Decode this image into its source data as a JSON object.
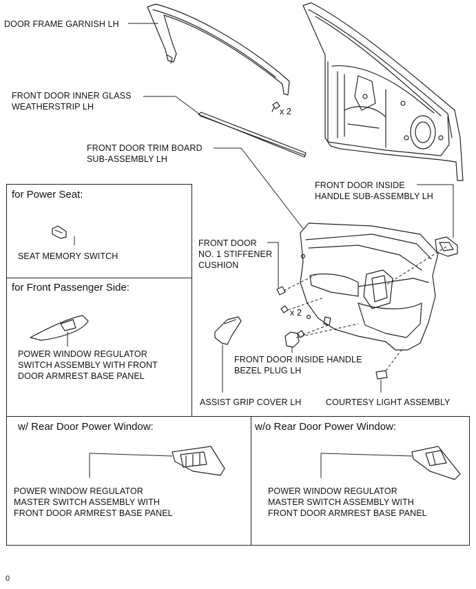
{
  "labels": {
    "door_frame_garnish": "DOOR FRAME GARNISH LH",
    "inner_glass_weatherstrip": [
      "FRONT DOOR INNER GLASS",
      "WEATHERSTRIP LH"
    ],
    "trim_board": [
      "FRONT DOOR TRIM BOARD",
      "SUB-ASSEMBLY LH"
    ],
    "inside_handle": [
      "FRONT DOOR INSIDE",
      "HANDLE SUB-ASSEMBLY LH"
    ],
    "stiffener_cushion": [
      "FRONT DOOR",
      "NO. 1 STIFFENER",
      "CUSHION"
    ],
    "bezel_plug": [
      "FRONT DOOR INSIDE HANDLE",
      "BEZEL PLUG LH"
    ],
    "assist_grip_cover": "ASSIST GRIP COVER LH",
    "courtesy_light": "COURTESY LIGHT ASSEMBLY",
    "qty_clips_top": "x 2",
    "qty_clips_mid": "x 2"
  },
  "boxes": {
    "power_seat": {
      "header": "for Power Seat:",
      "part": "SEAT MEMORY SWITCH"
    },
    "front_passenger": {
      "header": "for Front Passenger Side:",
      "part": [
        "POWER WINDOW REGULATOR",
        "SWITCH ASSEMBLY WITH FRONT",
        "DOOR ARMREST BASE PANEL"
      ]
    },
    "with_rear_pw": {
      "header": "w/ Rear Door Power Window:",
      "part": [
        "POWER WINDOW REGULATOR",
        "MASTER SWITCH ASSEMBLY WITH",
        "FRONT DOOR ARMREST BASE PANEL"
      ]
    },
    "without_rear_pw": {
      "header": "w/o Rear Door Power Window:",
      "part": [
        "POWER WINDOW REGULATOR",
        "MASTER SWITCH ASSEMBLY WITH",
        "FRONT DOOR ARMREST BASE PANEL"
      ]
    }
  },
  "footer": {
    "code": "0"
  },
  "icons": [
    "door-frame-garnish-icon",
    "weatherstrip-icon",
    "door-shell-icon",
    "trim-board-icon",
    "inside-handle-icon",
    "clip-icon",
    "assist-grip-cover-icon",
    "bezel-plug-icon",
    "courtesy-light-icon",
    "seat-memory-switch-icon",
    "pw-switch-icon",
    "master-switch-icon"
  ]
}
